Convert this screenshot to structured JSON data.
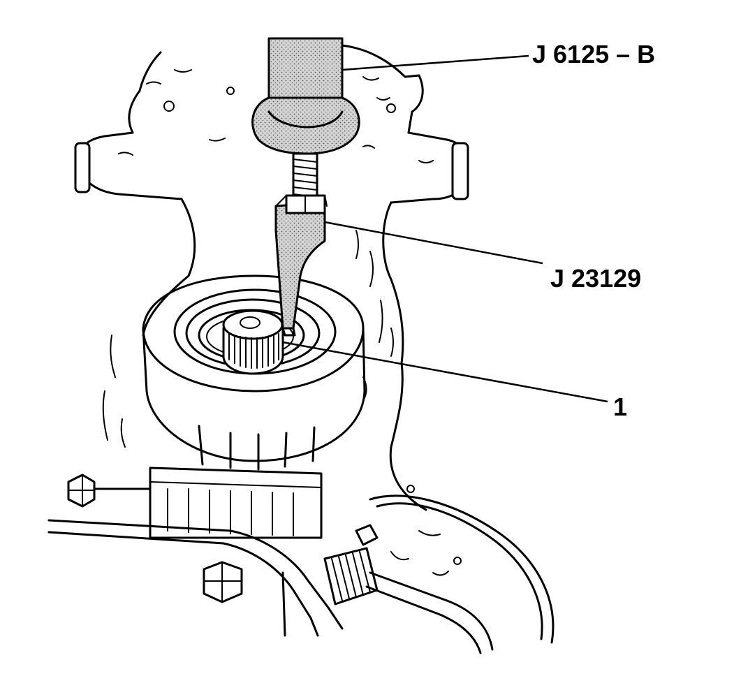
{
  "callouts": {
    "slide_hammer": "J 6125 – B",
    "puller": "J 23129",
    "item_1": "1"
  },
  "colors": {
    "ink": "#000000",
    "background": "#ffffff",
    "tool_shading": "stippled gray"
  }
}
